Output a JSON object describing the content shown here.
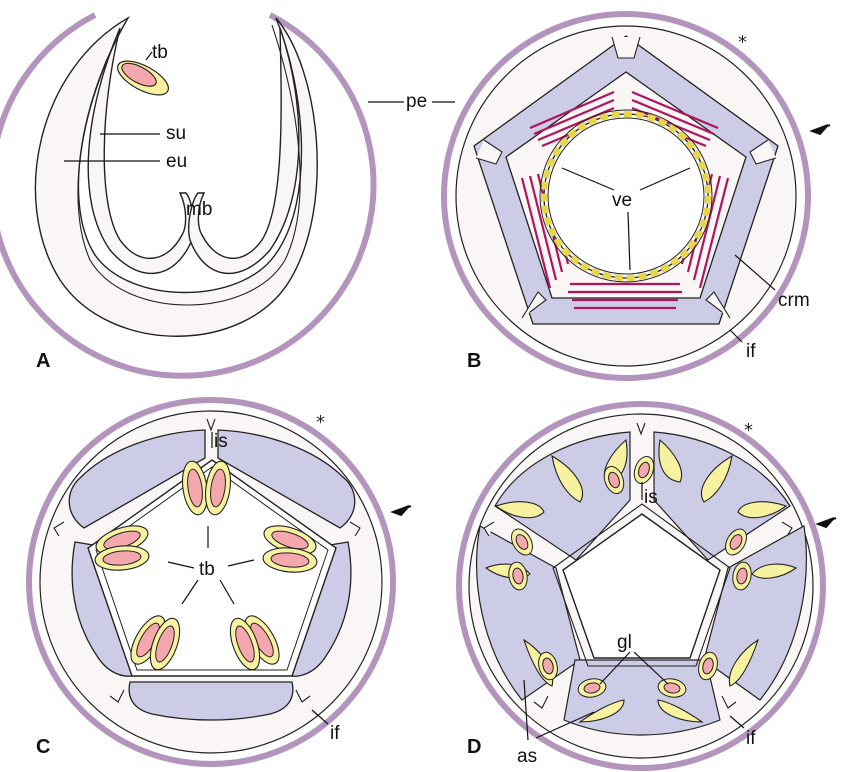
{
  "colors": {
    "perianth": "#b394bd",
    "tissue": "#f9f6f5",
    "lavender": "#cdcce6",
    "rosette": "#f4a8ad",
    "yellow": "#f7f2a0",
    "crimson": "#b0145c",
    "outline": "#222222"
  },
  "panels": {
    "A": {
      "letter": "A",
      "tb": "tb",
      "su": "su",
      "eu": "eu",
      "mb": "mb",
      "pe": "pe"
    },
    "B": {
      "letter": "B",
      "star": "*",
      "ve": "ve",
      "crm": "crm",
      "if": "if",
      "arrow_icon": "arrow-left-icon"
    },
    "C": {
      "letter": "C",
      "star": "*",
      "is": "is",
      "tb": "tb",
      "if": "if",
      "arrow_icon": "arrow-left-icon"
    },
    "D": {
      "letter": "D",
      "star": "*",
      "is": "is",
      "gl": "gl",
      "as": "as",
      "if": "if",
      "arrow_icon": "arrow-left-icon"
    }
  }
}
